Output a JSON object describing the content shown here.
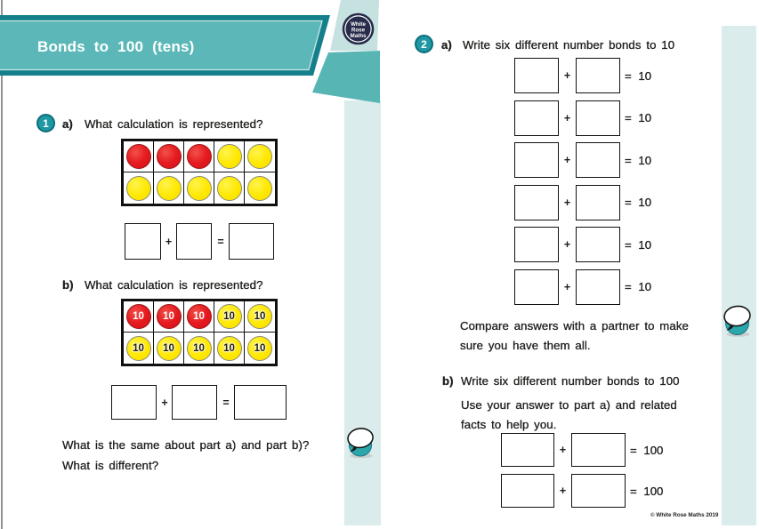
{
  "banner": {
    "title": "Bonds to 100 (tens)"
  },
  "logo": {
    "line1": "White",
    "line2": "Rose",
    "line3": "Maths"
  },
  "symbols": {
    "plus": "+",
    "equals": "="
  },
  "q1": {
    "number": "1",
    "a": {
      "label": "a)",
      "question": "What calculation is represented?",
      "counters": [
        [
          "red",
          "red",
          "red",
          "yellow",
          "yellow"
        ],
        [
          "yellow",
          "yellow",
          "yellow",
          "yellow",
          "yellow"
        ]
      ]
    },
    "b": {
      "label": "b)",
      "question": "What calculation is represented?",
      "counter_value": "10",
      "counters": [
        [
          "red",
          "red",
          "red",
          "yellow",
          "yellow"
        ],
        [
          "yellow",
          "yellow",
          "yellow",
          "yellow",
          "yellow"
        ]
      ]
    },
    "same_question": "What is the same about part a) and part b)?",
    "different_question": "What is different?"
  },
  "q2": {
    "number": "2",
    "a": {
      "label": "a)",
      "question": "Write six different number bonds to 10",
      "count": 6,
      "result": "= 10"
    },
    "compare_line1": "Compare answers with a partner to make",
    "compare_line2": "sure you have them all.",
    "b": {
      "label": "b)",
      "question": "Write six different number bonds to 100",
      "hint_line1": "Use your answer to part a) and related",
      "hint_line2": "facts to help you.",
      "count": 2,
      "result": "= 100"
    }
  },
  "footer": {
    "copyright": "© White Rose Maths 2019"
  }
}
